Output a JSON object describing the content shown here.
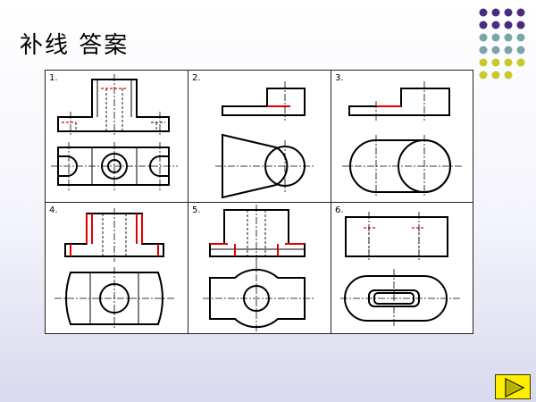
{
  "slide": {
    "title": "补线 答案",
    "accent_colors": [
      "#4b2b7e",
      "#7aa3aa",
      "#c8c830"
    ]
  },
  "problems": [
    {
      "number": "1."
    },
    {
      "number": "2."
    },
    {
      "number": "3."
    },
    {
      "number": "4."
    },
    {
      "number": "5."
    },
    {
      "number": "6."
    }
  ],
  "answer_line_color": "#e00000",
  "nav": {
    "icon": "play-triangle-icon"
  }
}
